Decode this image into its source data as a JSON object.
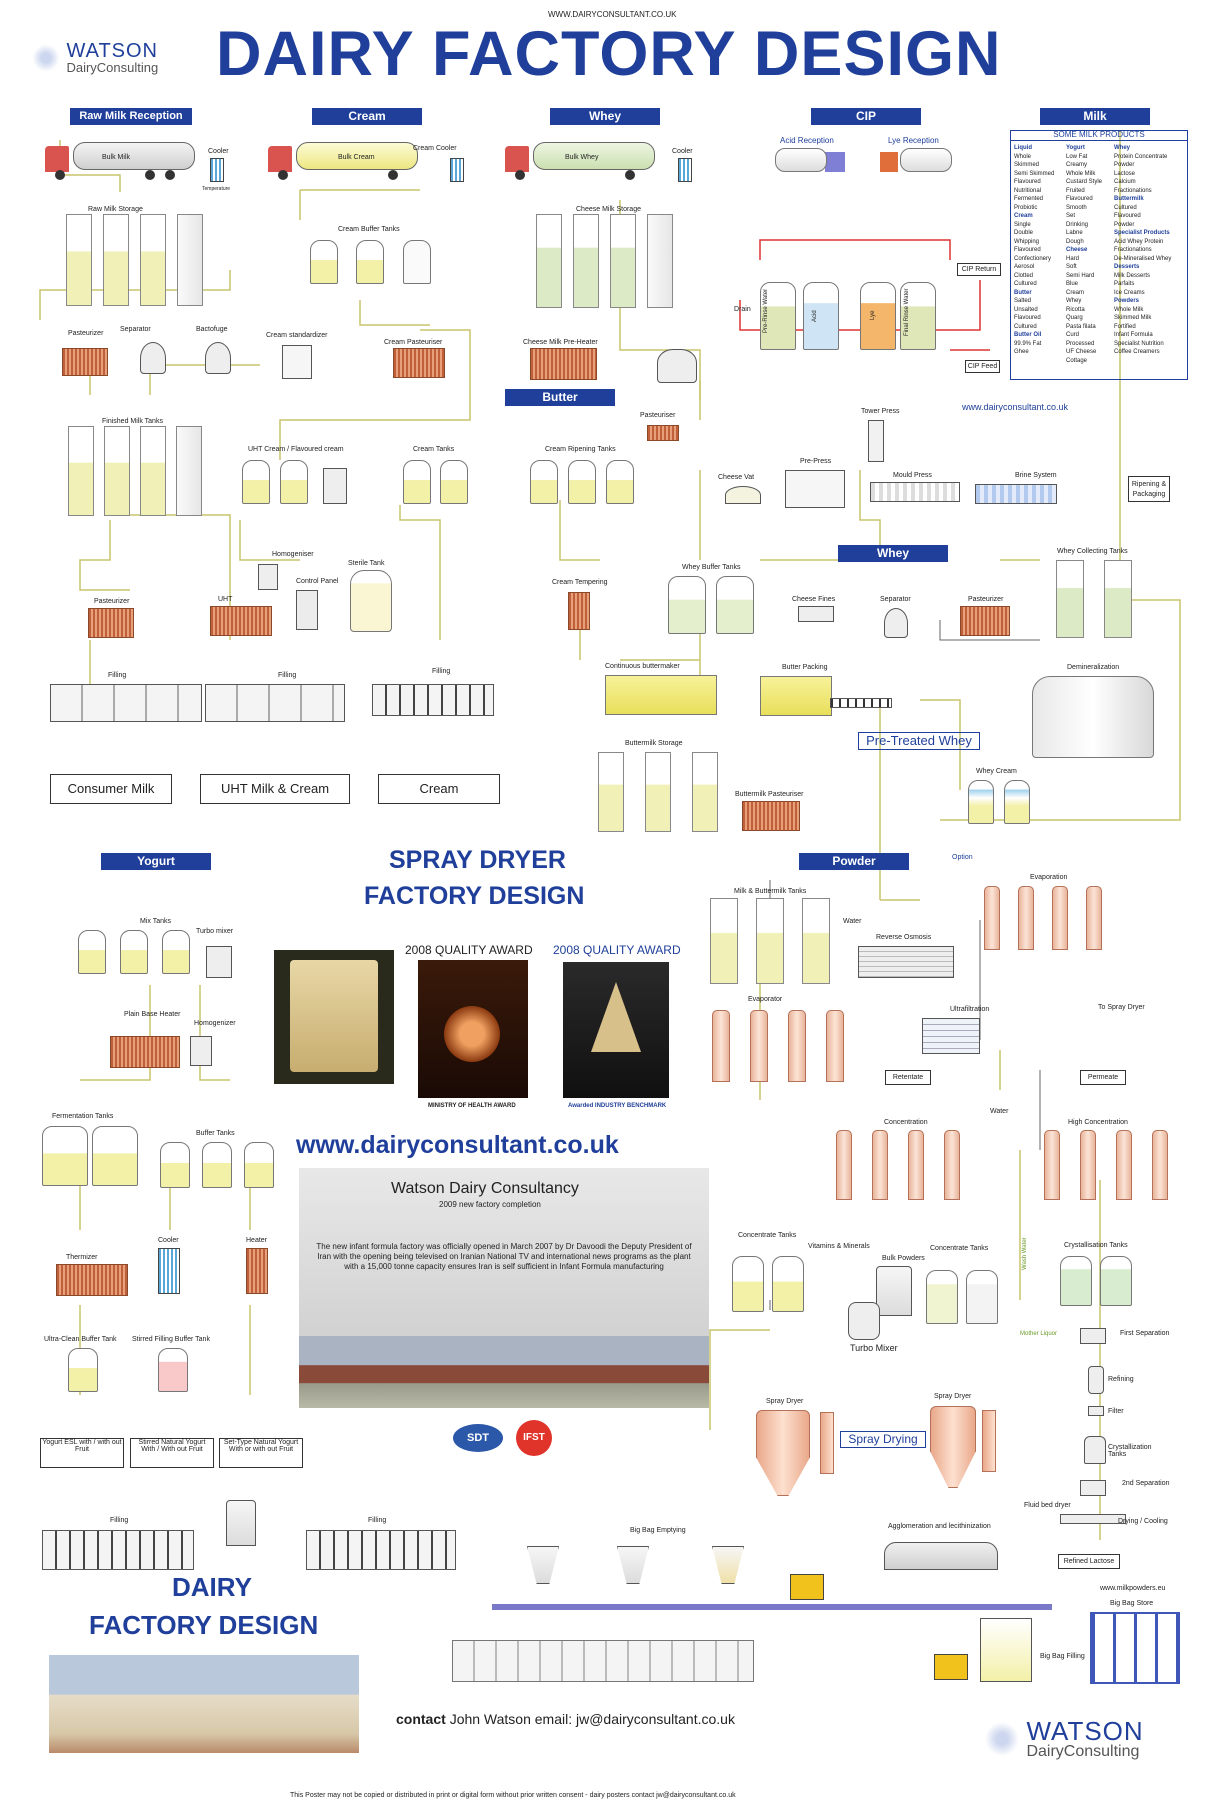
{
  "header": {
    "top_url": "WWW.DAIRYCONSULTANT.CO.UK",
    "title": "DAIRY FACTORY DESIGN",
    "logo_top": "WATSON",
    "logo_bottom": "DairyConsulting"
  },
  "sections": {
    "raw_milk_reception": "Raw Milk Reception",
    "cream": "Cream",
    "whey": "Whey",
    "cip": "CIP",
    "milk": "Milk",
    "butter": "Butter",
    "whey2": "Whey",
    "yogurt": "Yogurt",
    "powder": "Powder"
  },
  "labels": {
    "bulk_milk": "Bulk Milk",
    "cooler": "Cooler",
    "temperature": "Temperature",
    "raw_milk_storage": "Raw Milk Storage",
    "pasteurizer": "Pasteurizer",
    "separator": "Separator",
    "bactofuge": "Bactofuge",
    "cream_standardizer": "Cream standardizer",
    "bulk_cream": "Bulk Cream",
    "cream_cooler": "Cream Cooler",
    "cream_buffer_tanks": "Cream Buffer Tanks",
    "cream_pasteuriser": "Cream Pasteuriser",
    "bulk_whey": "Bulk Whey",
    "cheese_milk_storage": "Cheese Milk Storage",
    "cheese_milk_preheater": "Cheese Milk Pre-Heater",
    "acid_reception": "Acid Reception",
    "lye_reception": "Lye Reception",
    "cip_return": "CIP Return",
    "cip_feed": "CIP Feed",
    "drain": "Drain",
    "pre_rinse_water": "Pre-Rinse Water",
    "acid": "Acid",
    "lye": "Lye",
    "final_rinse_water": "Final Rinse Water",
    "finished_milk_tanks": "Finished Milk Tanks",
    "uht_cream": "UHT Cream / Flavoured cream",
    "cream_tanks": "Cream Tanks",
    "cream_ripening_tanks": "Cream Ripening Tanks",
    "butter_pasteuriser": "Pasteuriser",
    "tower_press": "Tower Press",
    "web_url": "www.dairyconsultant.co.uk",
    "cheese_vat": "Cheese Vat",
    "pre_press": "Pre-Press",
    "mould_press": "Mould Press",
    "brine_system": "Brine System",
    "ripening_packaging": "Ripening & Packaging",
    "homogeniser": "Homogeniser",
    "control_panel": "Control Panel",
    "sterile_tank": "Sterile Tank",
    "uht": "UHT",
    "pasteurizer2": "Pasteurizer",
    "filling": "Filling",
    "cream_tempering": "Cream Tempering",
    "whey_buffer_tanks": "Whey Buffer Tanks",
    "cheese_fines": "Cheese Fines",
    "whey_collecting_tanks": "Whey Collecting Tanks",
    "continuous_buttermaker": "Continuous buttermaker",
    "butter_packing": "Butter Packing",
    "demineralization": "Demineralization",
    "pre_treated_whey": "Pre-Treated Whey",
    "buttermilk_storage": "Buttermilk Storage",
    "buttermilk_pasteuriser": "Buttermilk Pasteuriser",
    "whey_cream": "Whey Cream",
    "consumer_milk": "Consumer Milk",
    "uht_milk_cream": "UHT Milk  & Cream",
    "cream_box": "Cream",
    "spray_title_1": "SPRAY DRYER",
    "spray_title_2": "FACTORY DESIGN",
    "award1": "2008 QUALITY AWARD",
    "award2": "2008 QUALITY AWARD",
    "ministry": "MINISTRY OF HEALTH AWARD",
    "benchmark": "Awarded INDUSTRY BENCHMARK",
    "site_big": "www.dairyconsultant.co.uk",
    "consultancy": "Watson Dairy Consultancy",
    "completion": "2009 new factory completion",
    "paragraph": "The new infant formula factory was officially opened in March 2007 by Dr Davoodi the Deputy President of Iran with the opening being televised on Iranian National TV and international news programs as the plant with a 15,000 tonne capacity ensures Iran is self sufficient in Infant Formula manufacturing",
    "sdt": "SDT",
    "ifst": "IFST",
    "mix_tanks": "Mix Tanks",
    "turbo_mixer": "Turbo mixer",
    "plain_base_heater": "Plain Base Heater",
    "homogenizer": "Homogenizer",
    "fermentation_tanks": "Fermentation Tanks",
    "buffer_tanks": "Buffer Tanks",
    "thermizer": "Thermizer",
    "cooler_y": "Cooler",
    "heater": "Heater",
    "ultra_clean": "Ultra-Clean Buffer Tank",
    "stirred_filling": "Stirred Filling Buffer Tank",
    "yogurt_box": "Yogurt ESL with / with out Fruit",
    "stirred_box": "Stirred Natural Yogurt With / With out Fruit",
    "set_box": "Set-Type Natural Yogurt With or with out Fruit",
    "filling_y": "Filling",
    "dairy_design_1": "DAIRY",
    "dairy_design_2": "FACTORY DESIGN",
    "milk_buttermilk_tanks": "Milk & Buttermilk Tanks",
    "water": "Water",
    "reverse_osmosis": "Reverse Osmosis",
    "evaporator": "Evaporator",
    "option": "Option",
    "evaporation": "Evaporation",
    "to_spray_dryer": "To Spray Dryer",
    "ultrafiltration": "Ultrafiltration",
    "retentate": "Retentate",
    "permeate": "Permeate",
    "concentration": "Concentration",
    "water2": "Water",
    "high_concentration": "High Concentration",
    "wash_water": "Wash Water",
    "crystallisation_tanks": "Crystallisation Tanks",
    "mother_liquor": "Mother Liquor",
    "first_separation": "First Separation",
    "refining": "Refining",
    "filter": "Filter",
    "crystallization_tanks2": "Crystallization Tanks",
    "second_separation": "2nd Separation",
    "fluid_bed_dryer": "Fluid bed dryer",
    "drying_cooling": "Drying / Cooling",
    "refined_lactose": "Refined Lactose",
    "concentrate_tanks": "Concentrate Tanks",
    "vitamins": "Vitamins & Minerals",
    "bulk_powders": "Bulk Powders",
    "turbo_mixer2": "Turbo Mixer",
    "concentrate_tanks2": "Concentrate Tanks",
    "spray_dryer1": "Spray Dryer",
    "spray_drying": "Spray Drying",
    "spray_dryer2": "Spray Dryer",
    "agglomeration": "Agglomeration and lecithinization",
    "big_bag_emptying": "Big Bag Emptying",
    "milkpowders": "www.milkpowders.eu",
    "big_bag_store": "Big Bag Store",
    "big_bag_filling": "Big Bag Filling",
    "contact_bold": "contact",
    "contact_text": "John Watson email: jw@dairyconsultant.co.uk",
    "footer": "This Poster may not be copied or distributed in print or digital form without prior written consent - dairy posters  contact jw@dairyconsultant.co.uk"
  },
  "milk_products": {
    "title": "SOME MILK PRODUCTS",
    "col1": [
      "Liquid",
      "Whole",
      "Skimmed",
      "Semi Skimmed",
      "Flavoured",
      "Nutritional",
      "Fermented",
      "Probiotic",
      "Cream",
      "Single",
      "Double",
      "Whipping",
      "Flavoured",
      "Confectionery",
      "Aerosol",
      "Clotted",
      "Cultured",
      "Butter",
      "Salted",
      "Unsalted",
      "Flavoured",
      "Cultured",
      "Butter Oil",
      "99.9% Fat",
      "Ghee"
    ],
    "col2": [
      "Yogurt",
      "Low Fat",
      "Creamy",
      "Whole Milk",
      "Custard Style",
      "Fruited",
      "Flavoured",
      "Smooth",
      "Set",
      "Drinking",
      "Labne",
      "Dough",
      "Cheese",
      "Hard",
      "Soft",
      "Semi Hard",
      "Blue",
      "Cream",
      "Whey",
      "Ricotta",
      "Quarg",
      "Pasta filata",
      "Curd",
      "Processed",
      "UF Cheese",
      "Cottage"
    ],
    "col3": [
      "Whey",
      "Protein Concentrate",
      "Powder",
      "Lactose",
      "Calcium",
      "Fractionations",
      "Buttermilk",
      "Cultured",
      "Flavoured",
      "Powder",
      "Specialist Products",
      "Acid Whey Protein",
      "Fractionations",
      "De-Mineralised Whey",
      "Desserts",
      "Milk Desserts",
      "Parfaits",
      "Ice Creams",
      "Powders",
      "Whole Milk",
      "Skimmed Milk",
      "Fortified",
      "Infant Formula",
      "Specialist Nutrition",
      "Coffee Creamers"
    ]
  },
  "colors": {
    "header_blue": "#1f3f9a",
    "pipe": "#c9c46a",
    "tank_fill": "#f3f0a8",
    "hx": "#c0603a"
  }
}
